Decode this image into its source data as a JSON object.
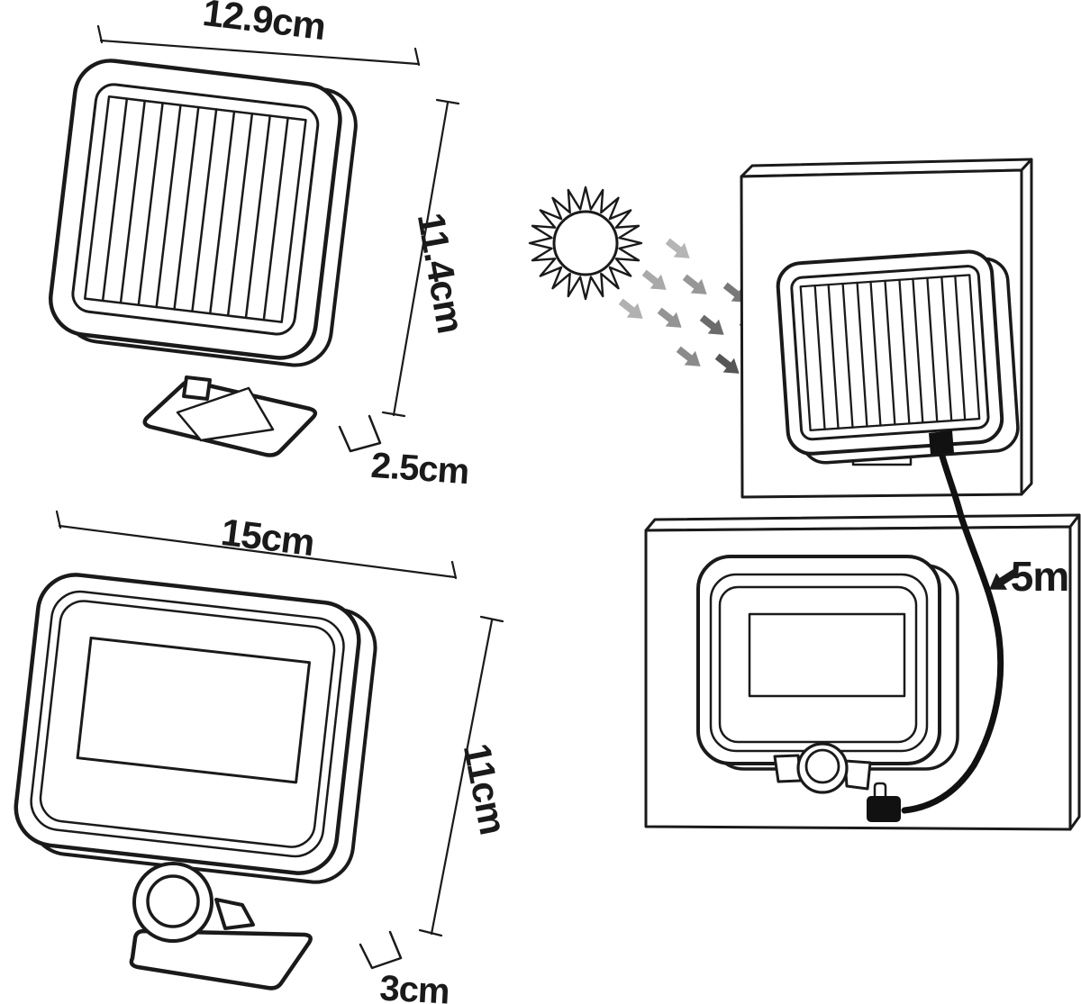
{
  "diagram": {
    "solar_panel_figure": {
      "width_label": "12.9cm",
      "height_label": "11.4cm",
      "depth_label": "2.5cm"
    },
    "floodlight_figure": {
      "width_label": "15cm",
      "height_label": "11cm",
      "depth_label": "3cm"
    },
    "installation_figure": {
      "cable_length_label": "5m"
    }
  },
  "colors": {
    "line": "#1a1a1a",
    "background": "#ffffff",
    "cable": "#111111",
    "sun_ray_light": "#b5b5b5",
    "sun_ray_dark": "#4f4f4f"
  }
}
